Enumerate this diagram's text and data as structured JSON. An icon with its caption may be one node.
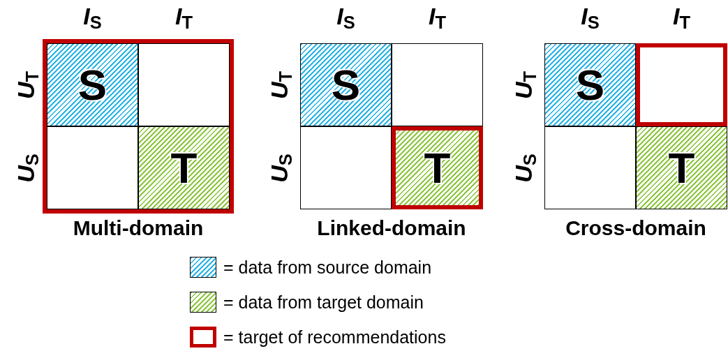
{
  "diagram": {
    "nodes": [
      {
        "text": [
          "Multi-domain"
        ]
      },
      {
        "text": [
          "S"
        ],
        "in": 0
      },
      {
        "text": [],
        "shape": "box",
        "in": 0
      },
      {
        "text": [],
        "shape": "box",
        "in": 0
      },
      {
        "text": [
          "T"
        ],
        "in": 0
      },
      {
        "text": [
          "Linked-domain"
        ]
      },
      {
        "text": [
          "S"
        ],
        "in": 5
      },
      {
        "text": [],
        "shape": "box",
        "in": 5
      },
      {
        "text": [],
        "shape": "box",
        "in": 5
      },
      {
        "text": [
          "T"
        ],
        "in": 5
      },
      {
        "text": [
          "Cross-domain"
        ]
      },
      {
        "text": [
          "S"
        ],
        "in": 10
      },
      {
        "text": [],
        "shape": "box",
        "in": 10
      },
      {
        "text": [],
        "shape": "box",
        "in": 10
      },
      {
        "text": [
          "T"
        ],
        "in": 10
      }
    ],
    "labels": [
      "*I*$_{S}$",
      "*I*$_{T}$",
      "*U*$_{T}$",
      "*U*$_{S}$",
      "*I*$_{S}$",
      "*I*$_{T}$",
      "*U*$_{T}$",
      "*U*$_{S}$",
      "*I*$_{S}$",
      "*I*$_{T}$",
      "*U*$_{T}$",
      "*U*$_{S}$"
    ],
    "legend": [
      {
        "text": "= data from source domain"
      },
      {
        "text": "= data from target domain"
      },
      {
        "text": "= target of recommendations"
      }
    ]
  }
}
